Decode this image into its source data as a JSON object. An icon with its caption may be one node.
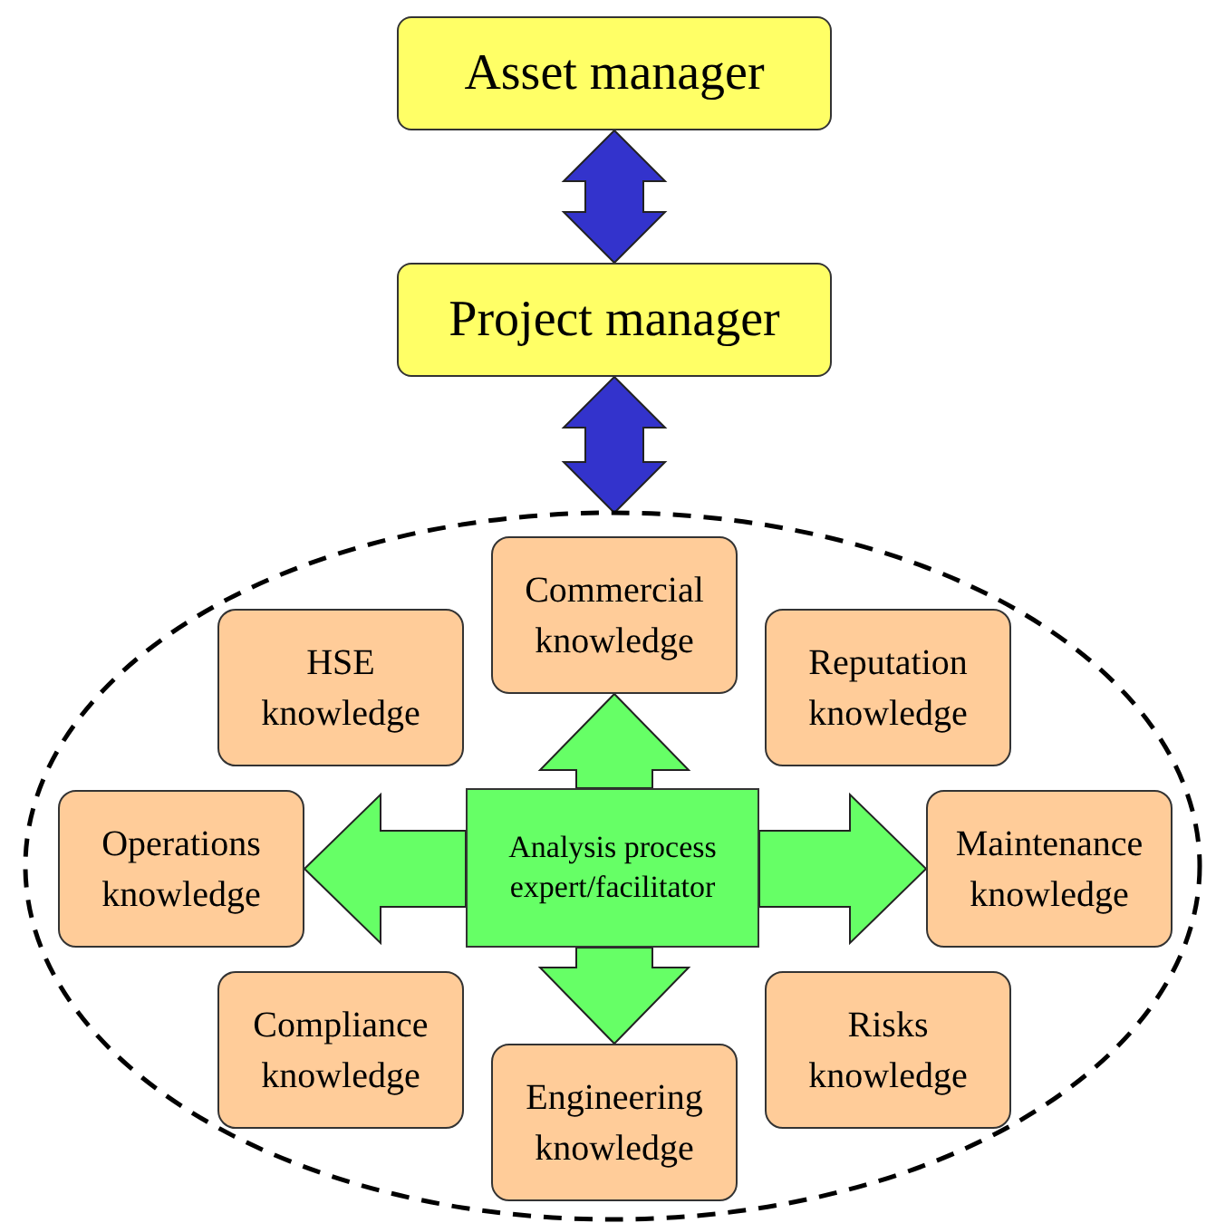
{
  "diagram": {
    "nodes": [
      {
        "text": [
          "Asset manager"
        ]
      },
      {
        "text": [
          "Project manager"
        ]
      },
      {
        "text": [],
        "shape": "ellipse"
      },
      {
        "text": [
          "Commercial knowledge"
        ],
        "in": 2
      },
      {
        "text": [
          "HSE knowledge"
        ],
        "in": 2
      },
      {
        "text": [
          "Reputation knowledge"
        ],
        "in": 2
      },
      {
        "text": [
          "Operations knowledge"
        ],
        "in": 2
      },
      {
        "text": [
          "Analysis process expert/facilitator"
        ],
        "in": 2
      },
      {
        "text": [
          "Maintenance knowledge"
        ],
        "in": 2
      },
      {
        "text": [
          "Compliance knowledge"
        ],
        "in": 2
      },
      {
        "text": [
          "Risks knowledge"
        ],
        "in": 2
      },
      {
        "text": [
          "Engineering knowledge"
        ],
        "in": 2
      }
    ],
    "edges": [
      {
        "from": 0,
        "to": 1,
        "arrow": "both",
        "style": "thick",
        "color": "#3333cc"
      },
      {
        "from": 1,
        "to": 2,
        "arrow": "both",
        "style": "thick",
        "color": "#3333cc"
      },
      {
        "from": 7,
        "to": 3,
        "arrow": "to",
        "style": "thick"
      },
      {
        "from": 7,
        "to": 6,
        "arrow": "to",
        "style": "thick"
      },
      {
        "from": 7,
        "to": 8,
        "arrow": "to",
        "style": "thick"
      },
      {
        "from": 7,
        "to": 11,
        "arrow": "to",
        "style": "thick"
      }
    ]
  }
}
